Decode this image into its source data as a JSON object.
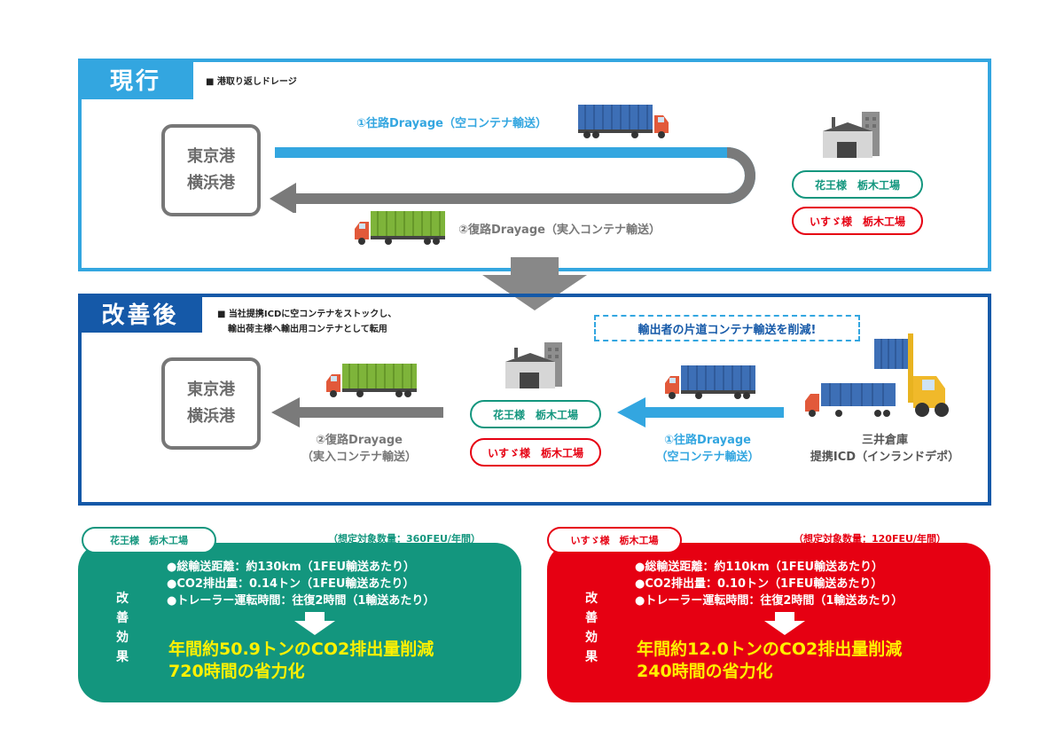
{
  "current": {
    "tab": "現行",
    "note": "■ 港取り返しドレージ",
    "port_line1": "東京港",
    "port_line2": "横浜港",
    "outbound": "①往路Drayage（空コンテナ輸送）",
    "inbound": "②復路Drayage（実入コンテナ輸送）",
    "kao": "花王様　栃木工場",
    "isuzu": "いすゞ様　栃木工場"
  },
  "improved": {
    "tab": "改善後",
    "note_line1": "■ 当社提携ICDに空コンテナをストックし、",
    "note_line2": "輸出荷主様へ輸出用コンテナとして転用",
    "banner": "輸出者の片道コンテナ輸送を削減!",
    "port_line1": "東京港",
    "port_line2": "横浜港",
    "inbound_line1": "②復路Drayage",
    "inbound_line2": "（実入コンテナ輸送）",
    "outbound_line1": "①往路Drayage",
    "outbound_line2": "（空コンテナ輸送）",
    "kao": "花王様　栃木工場",
    "isuzu": "いすゞ様　栃木工場",
    "depot_line1": "三井倉庫",
    "depot_line2": "提携ICD（インランドデポ）"
  },
  "results": [
    {
      "tag": "花王様　栃木工場",
      "annual": "（想定対象数量：360FEU/年間）",
      "effect_label": [
        "改",
        "善",
        "効",
        "果"
      ],
      "bullet1": "●総輸送距離：約130km（1FEU輸送あたり）",
      "bullet2": "●CO2排出量：0.14トン（1FEU輸送あたり）",
      "bullet3": "●トレーラー運転時間：往復2時間（1輸送あたり）",
      "headline1": "年間約50.9トンのCO2排出量削減",
      "headline2": "720時間の省力化"
    },
    {
      "tag": "いすゞ様　栃木工場",
      "annual": "（想定対象数量：120FEU/年間）",
      "effect_label": [
        "改",
        "善",
        "効",
        "果"
      ],
      "bullet1": "●総輸送距離：約110km（1FEU輸送あたり）",
      "bullet2": "●CO2排出量：0.10トン（1FEU輸送あたり）",
      "bullet3": "●トレーラー運転時間：往復2時間（1輸送あたり）",
      "headline1": "年間約12.0トンのCO2排出量削減",
      "headline2": "240時間の省力化"
    }
  ],
  "colors": {
    "current_blue": "#33a6e0",
    "improved_navy": "#1559a8",
    "green": "#13967e",
    "red": "#e60012",
    "yellow": "#fff100",
    "grey": "#777777"
  }
}
